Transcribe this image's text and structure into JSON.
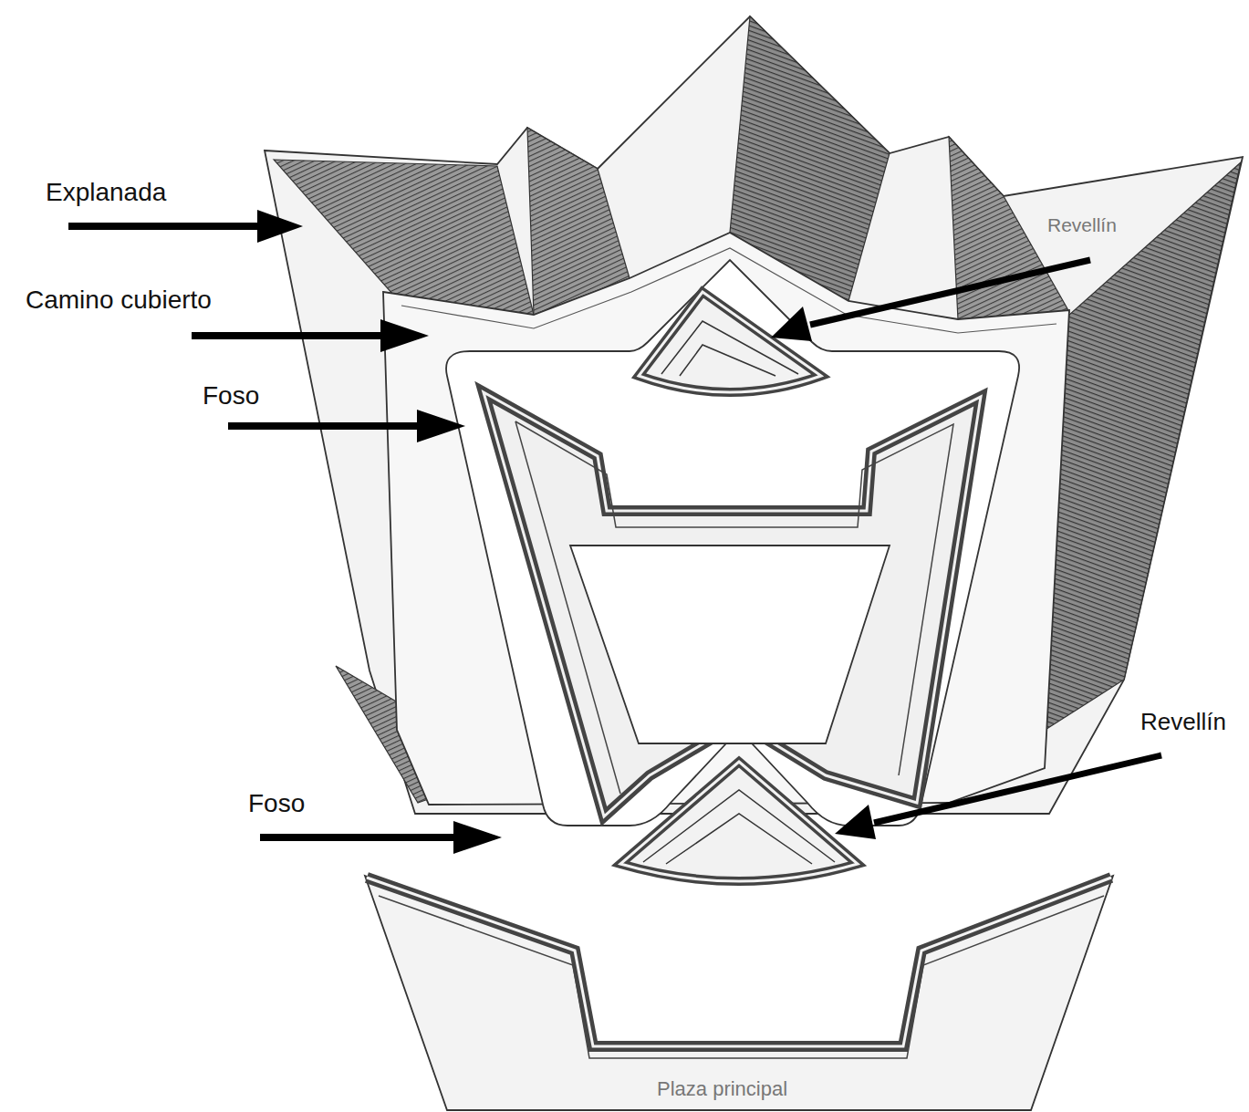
{
  "diagram": {
    "labels": [
      "Explanada",
      "Revellín",
      "Camino cubierto",
      "Foso",
      "Revellín",
      "Foso",
      "Plaza principal"
    ]
  }
}
